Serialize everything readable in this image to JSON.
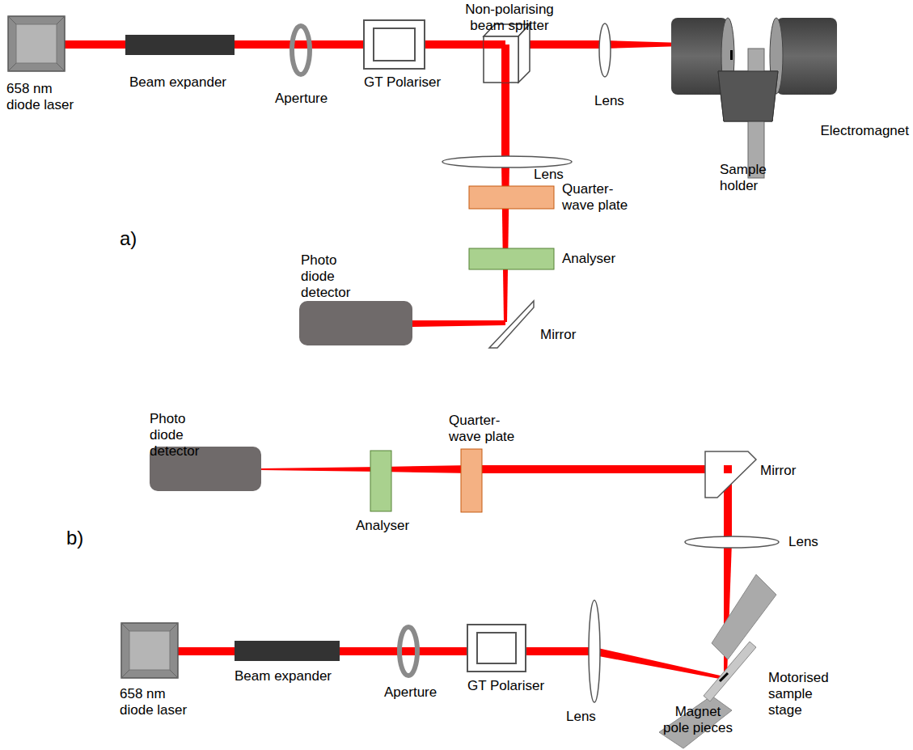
{
  "diagram": {
    "labels": [
      "658 nm diode laser",
      "Beam expander",
      "Aperture",
      "GT Polariser",
      "Non-polarising beam splitter",
      "Lens",
      "Electromagnet",
      "Sample holder",
      "Lens",
      "Quarter-wave plate",
      "a)",
      "Analyser",
      "Photo diode detector",
      "Mirror",
      "Photo diode detector",
      "Quarter-wave plate",
      "Mirror",
      "b)",
      "Analyser",
      "Lens",
      "658 nm diode laser",
      "Beam expander",
      "Aperture",
      "GT Polariser",
      "Lens",
      "Motorised sample stage",
      "Magnet pole pieces"
    ]
  }
}
